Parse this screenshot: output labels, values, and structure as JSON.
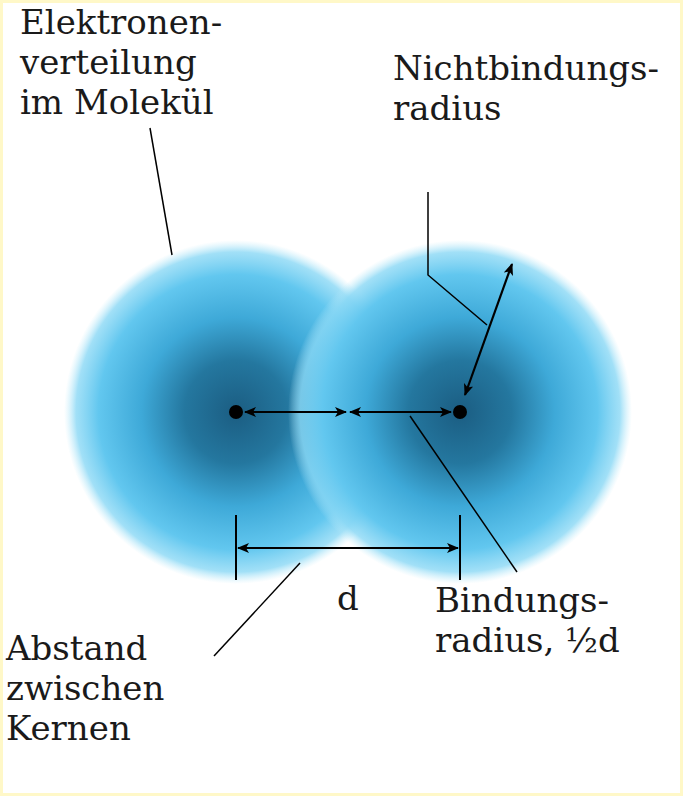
{
  "diagram": {
    "labels": [
      "Elektronen- verteilung im Molekül",
      "Nichtbindungs- radius",
      "d",
      "Abstand zwischen Kernen",
      "Bindungs- radius, ½d"
    ]
  }
}
